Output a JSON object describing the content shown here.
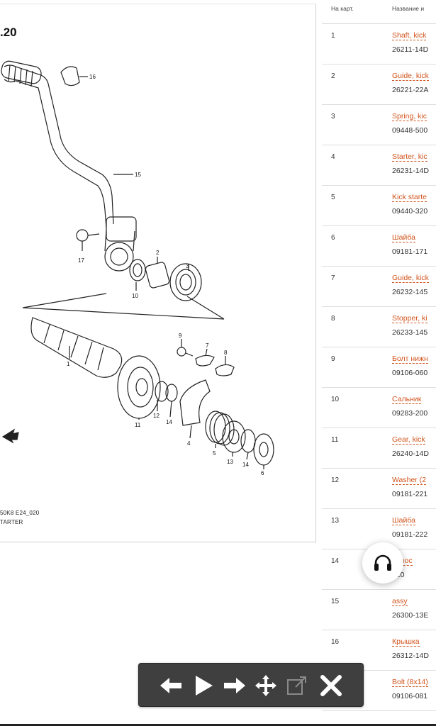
{
  "diagram": {
    "title": ".20",
    "code": "50K8 E24_020",
    "caption": "TARTER",
    "callouts": [
      "16",
      "15",
      "17",
      "2",
      "3",
      "10",
      "9",
      "7",
      "8",
      "1",
      "11",
      "12",
      "14",
      "4",
      "5",
      "13",
      "14",
      "6"
    ]
  },
  "table": {
    "headers": {
      "num": "На карт.",
      "name": "Название и"
    },
    "rows": [
      {
        "num": "1",
        "name": "Shaft, kick",
        "code": "26211-14D"
      },
      {
        "num": "2",
        "name": "Guide, kick",
        "code": "26221-22A"
      },
      {
        "num": "3",
        "name": "Spring, kic",
        "code": "09448-500"
      },
      {
        "num": "4",
        "name": "Starter, kic",
        "code": "26231-14D"
      },
      {
        "num": "5",
        "name": "Kick starte",
        "code": "09440-320"
      },
      {
        "num": "6",
        "name": "Шайба",
        "code": "09181-171"
      },
      {
        "num": "7",
        "name": "Guide, kick",
        "code": "26232-145"
      },
      {
        "num": "8",
        "name": "Stopper, ki",
        "code": "26233-145"
      },
      {
        "num": "9",
        "name": "Болт нижн",
        "code": "09106-060"
      },
      {
        "num": "10",
        "name": "Сальник",
        "code": "09283-200"
      },
      {
        "num": "11",
        "name": "Gear, kick",
        "code": "26240-14D"
      },
      {
        "num": "12",
        "name": "Washer (2",
        "code": "09181-221"
      },
      {
        "num": "13",
        "name": "Шайба",
        "code": "09181-222"
      },
      {
        "num": "14",
        "name": "орнос",
        "code": "220"
      },
      {
        "num": "15",
        "name": "assy",
        "code": "26300-13E"
      },
      {
        "num": "16",
        "name": "Крышка",
        "code": "26312-14D"
      },
      {
        "num": "17",
        "name": "Bolt (8x14)",
        "code": "09106-081"
      }
    ]
  },
  "toolbar": {
    "buttons": [
      "arrow-left-icon",
      "play-icon",
      "arrow-right-icon",
      "move-icon",
      "external-link-icon",
      "close-icon"
    ]
  },
  "colors": {
    "link": "#d2541c",
    "toolbar": "#3f3f3f"
  }
}
